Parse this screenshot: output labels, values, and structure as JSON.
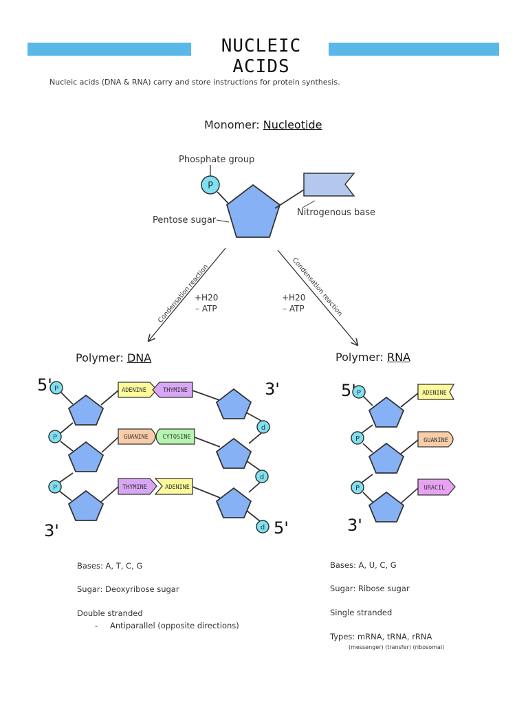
{
  "title": "NUCLEIC ACIDS",
  "intro": "Nucleic acids (DNA & RNA) carry and store instructions for protein synthesis.",
  "monomer": {
    "label": "Monomer: ",
    "name": "Nucleotide",
    "phosphate_group": "Phosphate group",
    "pentose_sugar": "Pentose sugar",
    "nitrogenous_base": "Nitrogenous base",
    "p_symbol": "P"
  },
  "reaction": {
    "left_label": "Condensation reaction",
    "right_label": "Condensation reaction",
    "water": "+H20",
    "atp": "– ATP"
  },
  "dna": {
    "label": "Polymer: ",
    "name": "DNA",
    "five_top": "5'",
    "three_top": "3'",
    "three_bottom": "3'",
    "five_bottom": "5'",
    "pairs": [
      [
        "ADENINE",
        "THYMINE"
      ],
      [
        "GUANINE",
        "CYTOSINE"
      ],
      [
        "THYMINE",
        "ADENINE"
      ]
    ],
    "p_symbol": "P",
    "d_symbol": "d"
  },
  "rna": {
    "label": "Polymer: ",
    "name": "RNA",
    "five_top": "5'",
    "three_bottom": "3'",
    "bases": [
      "ADENINE",
      "GUANINE",
      "URACIL"
    ],
    "p_symbol": "P"
  },
  "dna_info": {
    "bases": "Bases: A, T, C, G",
    "sugar": "Sugar: Deoxyribose sugar",
    "strand": "Double stranded",
    "bullet": "-",
    "antiparallel": "Antiparallel (opposite directions)"
  },
  "rna_info": {
    "bases": "Bases: A, U, C, G",
    "sugar": "Sugar: Ribose sugar",
    "strand": "Single stranded",
    "types": "Types: mRNA, tRNA, rRNA",
    "types_detail": "(messenger) (transfer) (ribosomal)"
  },
  "colors": {
    "accent_bar": "#5ab8e8",
    "sugar": "#86b2f5",
    "phosphate": "#7fe0f2",
    "nitrogenous_base": "#b3c8ec",
    "adenine": "#fdfa9a",
    "thymine": "#d9a6f5",
    "guanine": "#f8cda8",
    "cytosine": "#b6f5b0",
    "uracil": "#e8a2f2"
  }
}
